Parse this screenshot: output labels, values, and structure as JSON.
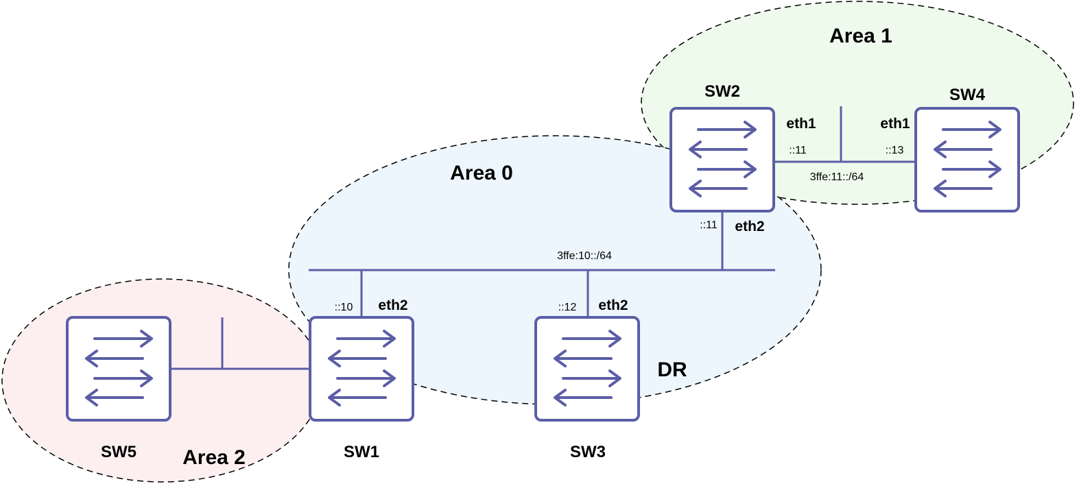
{
  "areas": [
    {
      "id": "area1",
      "label": "Area 1",
      "fill": "#eefbec"
    },
    {
      "id": "area0",
      "label": "Area 0",
      "fill": "#edf6fc"
    },
    {
      "id": "area2",
      "label": "Area 2",
      "fill": "#fdeff0"
    }
  ],
  "switches": {
    "sw1": "SW1",
    "sw2": "SW2",
    "sw3": "SW3",
    "sw4": "SW4",
    "sw5": "SW5"
  },
  "networks": {
    "net0": "3ffe:10::/64",
    "net1": "3ffe:11::/64"
  },
  "interfaces": {
    "sw2_eth1": "eth1",
    "sw4_eth1": "eth1",
    "sw2_eth2": "eth2",
    "sw1_eth2": "eth2",
    "sw3_eth2": "eth2"
  },
  "addresses": {
    "sw2_net1": "::11",
    "sw4_net1": "::13",
    "sw2_net0": "::11",
    "sw1_net0": "::10",
    "sw3_net0": "::12"
  },
  "dr_label": "DR",
  "colors": {
    "device": "#5b5ea6",
    "area0": "#edf6fc",
    "area1": "#eefbec",
    "area2": "#fdeff0"
  }
}
